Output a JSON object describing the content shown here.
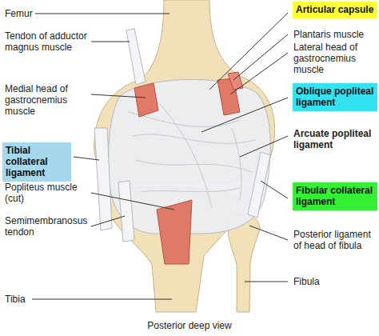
{
  "diagram": {
    "caption": "Posterior deep view",
    "nodes": [
      {
        "text": [
          "Articular capsule"
        ]
      },
      {
        "text": [
          "Oblique popliteal ligament"
        ]
      },
      {
        "text": [
          "Tibial collateral ligament"
        ]
      },
      {
        "text": [
          "Fibular collateral ligament"
        ]
      }
    ],
    "labels": [
      "Femur",
      "Plantaris muscle",
      "Tendon of adductor magnus muscle",
      "Lateral head of gastrocnemius muscle",
      "Medial head of gastrocnemius muscle",
      "Arcuate popliteal ligament",
      "Popliteus muscle (cut)",
      "Semimembranosus tendon",
      "Posterior ligament of head of fibula",
      "Fibula",
      "Tibia"
    ]
  }
}
